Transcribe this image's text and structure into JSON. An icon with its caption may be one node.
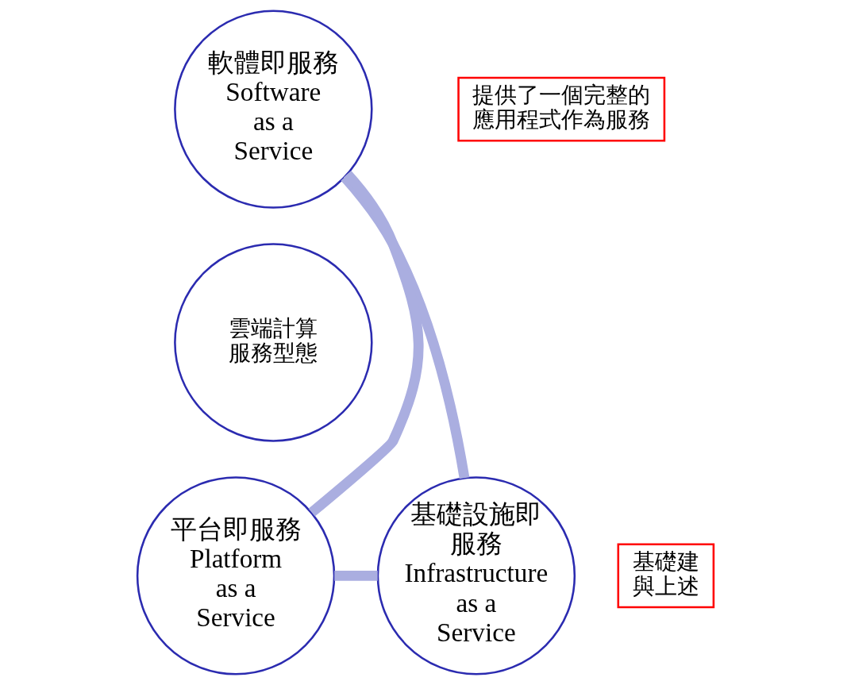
{
  "diagram": {
    "nodes": [
      {
        "text": [
          "軟體即服務Software as a Service"
        ]
      },
      {
        "text": [
          "提供了一個完整的應用程式作為服務"
        ]
      },
      {
        "text": [
          "雲端計算服務型態"
        ]
      },
      {
        "text": [
          "平台即服務Platform as a Service"
        ]
      },
      {
        "text": [
          "基礎設施即服務Infrastructure as a Service"
        ]
      },
      {
        "text": [
          "基礎建與上述"
        ]
      }
    ],
    "edges": [
      {
        "from": 0,
        "to": 4,
        "arrow": "none"
      },
      {
        "from": 4,
        "to": 3,
        "arrow": "none"
      },
      {
        "from": 3,
        "to": 0,
        "arrow": "none"
      }
    ]
  }
}
